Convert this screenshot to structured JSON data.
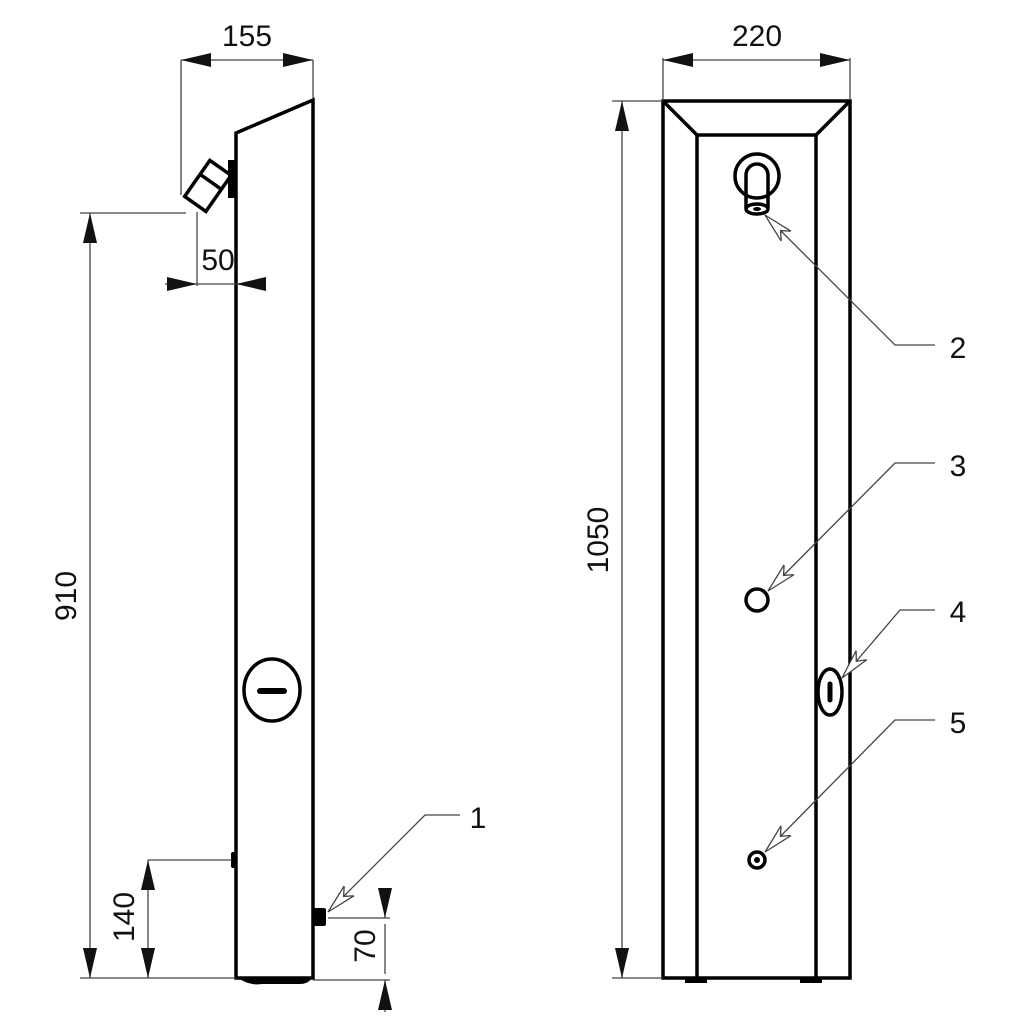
{
  "side_view": {
    "dimensions": {
      "width": "155",
      "offset": "50",
      "height": "910",
      "lower_height": "140",
      "bottom_offset": "70"
    },
    "callouts": [
      {
        "label": "1"
      }
    ]
  },
  "front_view": {
    "dimensions": {
      "width": "220",
      "height": "1050"
    },
    "callouts": [
      {
        "label": "2"
      },
      {
        "label": "3"
      },
      {
        "label": "4"
      },
      {
        "label": "5"
      }
    ]
  },
  "colors": {
    "line": "#000000",
    "dimension_line": "#444444",
    "background": "#ffffff"
  }
}
